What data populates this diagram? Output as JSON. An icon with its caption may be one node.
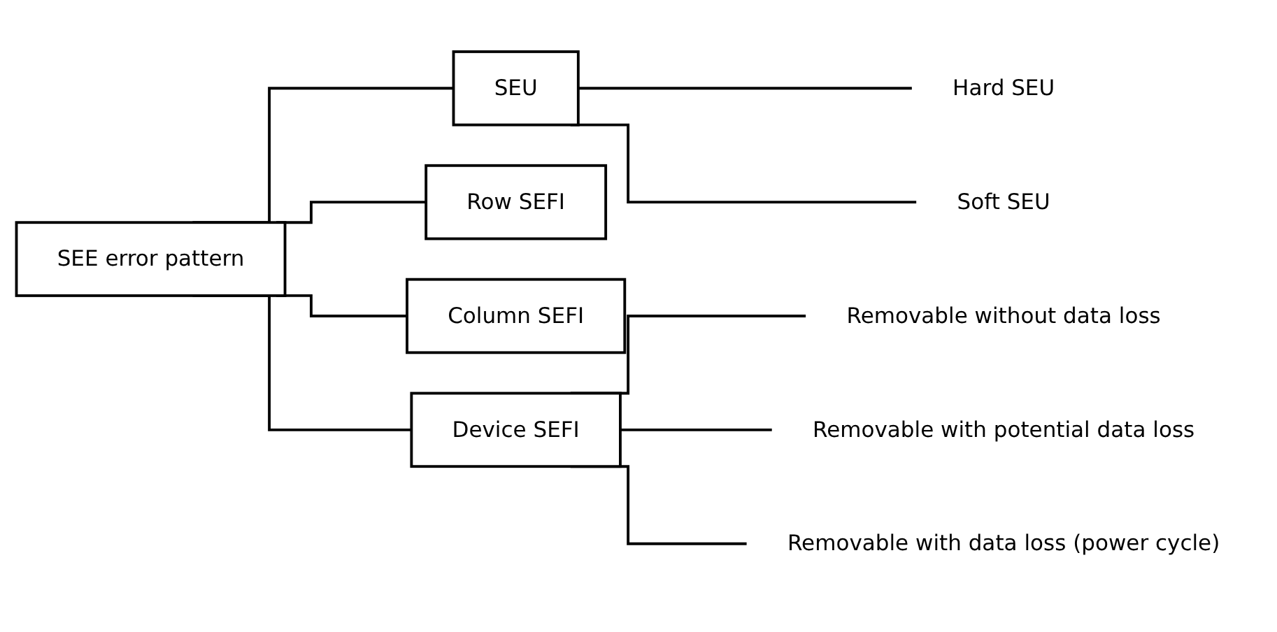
{
  "diagram": {
    "nodes": [
      {
        "text": [
          "SEE error pattern"
        ]
      },
      {
        "text": [
          "SEU"
        ]
      },
      {
        "text": [
          "Hard SEU"
        ]
      },
      {
        "text": [
          "Soft SEU"
        ]
      },
      {
        "text": [
          "Row SEFI"
        ]
      },
      {
        "text": [
          "Column SEFI"
        ]
      },
      {
        "text": [
          "Device SEFI"
        ]
      },
      {
        "text": [
          "Removable without data loss"
        ]
      },
      {
        "text": [
          "Removable with potential data loss"
        ]
      },
      {
        "text": [
          "Removable with data loss (power cycle)"
        ]
      }
    ],
    "edges": [
      {
        "from": 0,
        "to": 1,
        "arrow": "none"
      },
      {
        "from": 1,
        "to": 2,
        "arrow": "none"
      },
      {
        "from": 1,
        "to": 3,
        "arrow": "none"
      },
      {
        "from": 0,
        "to": 4,
        "arrow": "none"
      },
      {
        "from": 0,
        "to": 5,
        "arrow": "none"
      },
      {
        "from": 0,
        "to": 6,
        "arrow": "none"
      },
      {
        "from": 6,
        "to": 7,
        "arrow": "none"
      },
      {
        "from": 6,
        "to": 8,
        "arrow": "none"
      },
      {
        "from": 6,
        "to": 9,
        "arrow": "none"
      }
    ]
  }
}
